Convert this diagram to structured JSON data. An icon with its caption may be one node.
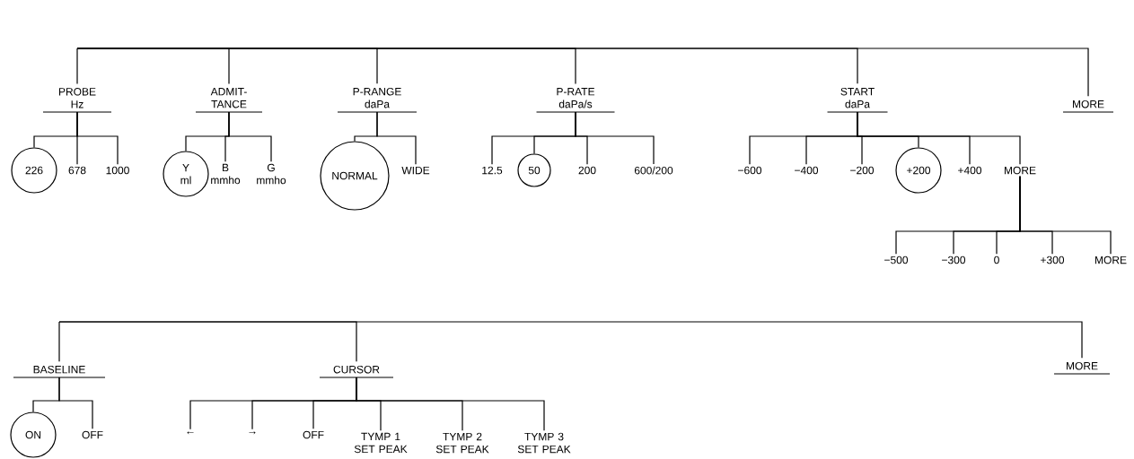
{
  "diagram": {
    "nodes": [
      {
        "text": [
          "PROBE Hz"
        ]
      },
      {
        "text": [
          "226"
        ]
      },
      {
        "text": [
          "678"
        ]
      },
      {
        "text": [
          "1000"
        ]
      },
      {
        "text": [
          "ADMIT- TANCE"
        ]
      },
      {
        "text": [
          "Y ml"
        ]
      },
      {
        "text": [
          "B mmho"
        ]
      },
      {
        "text": [
          "G mmho"
        ]
      },
      {
        "text": [
          "P-RANGE daPa"
        ]
      },
      {
        "text": [
          "NORMAL"
        ]
      },
      {
        "text": [
          "WIDE"
        ]
      },
      {
        "text": [
          "P-RATE daPa/s"
        ]
      },
      {
        "text": [
          "12.5"
        ]
      },
      {
        "text": [
          "50"
        ]
      },
      {
        "text": [
          "200"
        ]
      },
      {
        "text": [
          "600/200"
        ]
      },
      {
        "text": [
          "START daPa"
        ]
      },
      {
        "text": [
          "−600"
        ]
      },
      {
        "text": [
          "−400"
        ]
      },
      {
        "text": [
          "−200"
        ]
      },
      {
        "text": [
          "+200"
        ]
      },
      {
        "text": [
          "+400"
        ]
      },
      {
        "text": [
          "MORE"
        ]
      },
      {
        "text": [
          "−500"
        ]
      },
      {
        "text": [
          "−300"
        ]
      },
      {
        "text": [
          "0"
        ]
      },
      {
        "text": [
          "+300"
        ]
      },
      {
        "text": [
          "MORE"
        ]
      },
      {
        "text": [
          "MORE"
        ]
      },
      {
        "text": [
          "BASELINE"
        ]
      },
      {
        "text": [
          "ON"
        ]
      },
      {
        "text": [
          "OFF"
        ]
      },
      {
        "text": [
          "CURSOR"
        ]
      },
      {
        "text": [
          "←"
        ]
      },
      {
        "text": [
          "→"
        ]
      },
      {
        "text": [
          "OFF"
        ]
      },
      {
        "text": [
          "TYMP 1 SET PEAK"
        ]
      },
      {
        "text": [
          "TYMP 2 SET PEAK"
        ]
      },
      {
        "text": [
          "TYMP 3 SET PEAK"
        ]
      },
      {
        "text": [
          "MORE"
        ]
      }
    ],
    "edges": [
      {
        "from": null,
        "to": 0,
        "arrow": "none"
      },
      {
        "from": null,
        "to": 4,
        "arrow": "none"
      },
      {
        "from": null,
        "to": 8,
        "arrow": "none"
      },
      {
        "from": null,
        "to": 11,
        "arrow": "none"
      },
      {
        "from": null,
        "to": 16,
        "arrow": "none"
      },
      {
        "from": null,
        "to": 28,
        "arrow": "none"
      },
      {
        "from": 0,
        "to": 1,
        "arrow": "none"
      },
      {
        "from": 0,
        "to": 2,
        "arrow": "none"
      },
      {
        "from": 0,
        "to": 3,
        "arrow": "none"
      },
      {
        "from": 4,
        "to": 5,
        "arrow": "none"
      },
      {
        "from": 4,
        "to": 6,
        "arrow": "none"
      },
      {
        "from": 4,
        "to": 7,
        "arrow": "none"
      },
      {
        "from": 8,
        "to": 9,
        "arrow": "none"
      },
      {
        "from": 8,
        "to": 10,
        "arrow": "none"
      },
      {
        "from": 11,
        "to": 12,
        "arrow": "none"
      },
      {
        "from": 11,
        "to": 13,
        "arrow": "none"
      },
      {
        "from": 11,
        "to": 14,
        "arrow": "none"
      },
      {
        "from": 11,
        "to": 15,
        "arrow": "none"
      },
      {
        "from": 16,
        "to": 17,
        "arrow": "none"
      },
      {
        "from": 16,
        "to": 18,
        "arrow": "none"
      },
      {
        "from": 16,
        "to": 19,
        "arrow": "none"
      },
      {
        "from": 16,
        "to": 20,
        "arrow": "none"
      },
      {
        "from": 16,
        "to": 21,
        "arrow": "none"
      },
      {
        "from": 16,
        "to": 22,
        "arrow": "none"
      },
      {
        "from": 22,
        "to": 23,
        "arrow": "none"
      },
      {
        "from": 22,
        "to": 24,
        "arrow": "none"
      },
      {
        "from": 22,
        "to": 25,
        "arrow": "none"
      },
      {
        "from": 22,
        "to": 26,
        "arrow": "none"
      },
      {
        "from": 22,
        "to": 27,
        "arrow": "none"
      },
      {
        "from": null,
        "to": 29,
        "arrow": "none"
      },
      {
        "from": null,
        "to": 32,
        "arrow": "none"
      },
      {
        "from": null,
        "to": 39,
        "arrow": "none"
      },
      {
        "from": 29,
        "to": 30,
        "arrow": "none"
      },
      {
        "from": 29,
        "to": 31,
        "arrow": "none"
      },
      {
        "from": 32,
        "to": 33,
        "arrow": "none"
      },
      {
        "from": 32,
        "to": 34,
        "arrow": "none"
      },
      {
        "from": 32,
        "to": 35,
        "arrow": "none"
      },
      {
        "from": 32,
        "to": 36,
        "arrow": "none"
      },
      {
        "from": 32,
        "to": 37,
        "arrow": "none"
      },
      {
        "from": 32,
        "to": 38,
        "arrow": "none"
      }
    ]
  }
}
